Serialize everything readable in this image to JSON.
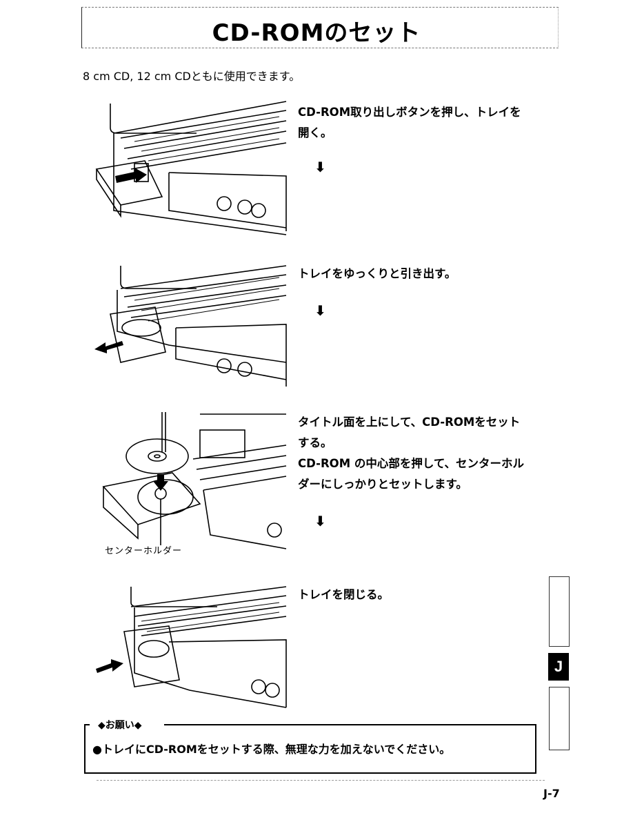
{
  "header": {
    "title": "CD-ROMのセット"
  },
  "intro": "8 cm CD, 12 cm CDともに使用できます。",
  "steps": [
    {
      "lines": [
        "CD-ROM取り出しボタンを押し、トレイを",
        "開く。"
      ],
      "arrow": "⬇"
    },
    {
      "lines": [
        "トレイをゆっくりと引き出す。"
      ],
      "arrow": "⬇"
    },
    {
      "lines": [
        "タイトル面を上にして、CD-ROMをセット",
        "する。",
        "CD-ROM の中心部を押して、センターホル",
        "ダーにしっかりとセットします。"
      ],
      "arrow": "⬇"
    },
    {
      "lines": [
        "トレイを閉じる。"
      ]
    }
  ],
  "callout": "センターホルダー",
  "notice": {
    "heading": "◆お願い◆",
    "bullet": "●",
    "text": "トレイにCD-ROMをセットする際、無理な力を加えないでください。"
  },
  "side_tab": {
    "label": "J"
  },
  "page_number": "J-7"
}
